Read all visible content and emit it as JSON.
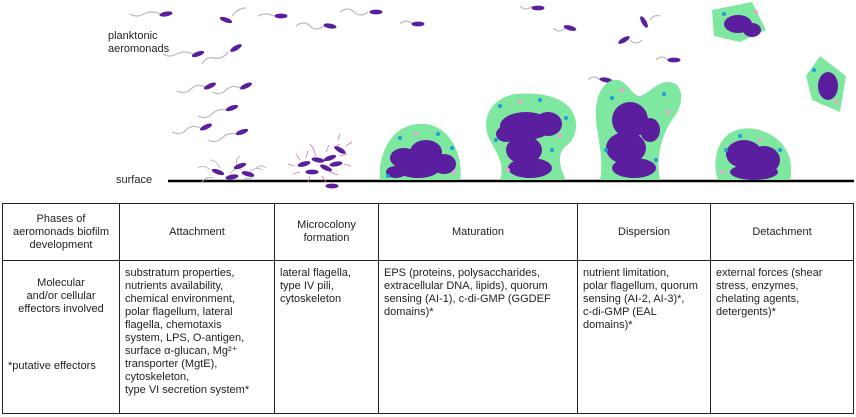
{
  "labels": {
    "planktonic": "planktonic\naeromonads",
    "surface": "surface"
  },
  "table": {
    "phase_header": "Phases of\naeromonads biofilm\ndevelopment",
    "phases": [
      "Attachment",
      "Microcolony\nformation",
      "Maturation",
      "Dispersion",
      "Detachment"
    ],
    "effectors_header": "Molecular\nand/or cellular\neffectors involved",
    "footnote": "*putative effectors",
    "effectors": [
      "substratum properties,\nnutrients availability,\nchemical environment,\npolar flagellum, lateral\nflagella, chemotaxis\nsystem, LPS, O-antigen,\nsurface α-glucan, Mg²⁺\ntransporter (MgtE),\ncytoskeleton,\ntype VI secretion system*",
      "lateral flagella,\ntype IV pili,\ncytoskeleton",
      "EPS (proteins, polysaccharides,\nextracellular DNA, lipids), quorum\nsensing (AI-1), c-di-GMP (GGDEF\ndomains)*",
      "nutrient limitation,\npolar flagellum, quorum\nsensing (AI-2, AI-3)*,\nc-di-GMP (EAL\ndomains)*",
      "external forces (shear\nstress, enzymes,\nchelating agents,\ndetergents)*"
    ]
  },
  "colors": {
    "cell": "#5a1e9e",
    "matrix": "#7fe8a0",
    "dot_blue": "#1a9fd8",
    "dot_pink": "#f0a0d0",
    "flagellum": "#bbbbbb",
    "pili": "#e070c0"
  }
}
